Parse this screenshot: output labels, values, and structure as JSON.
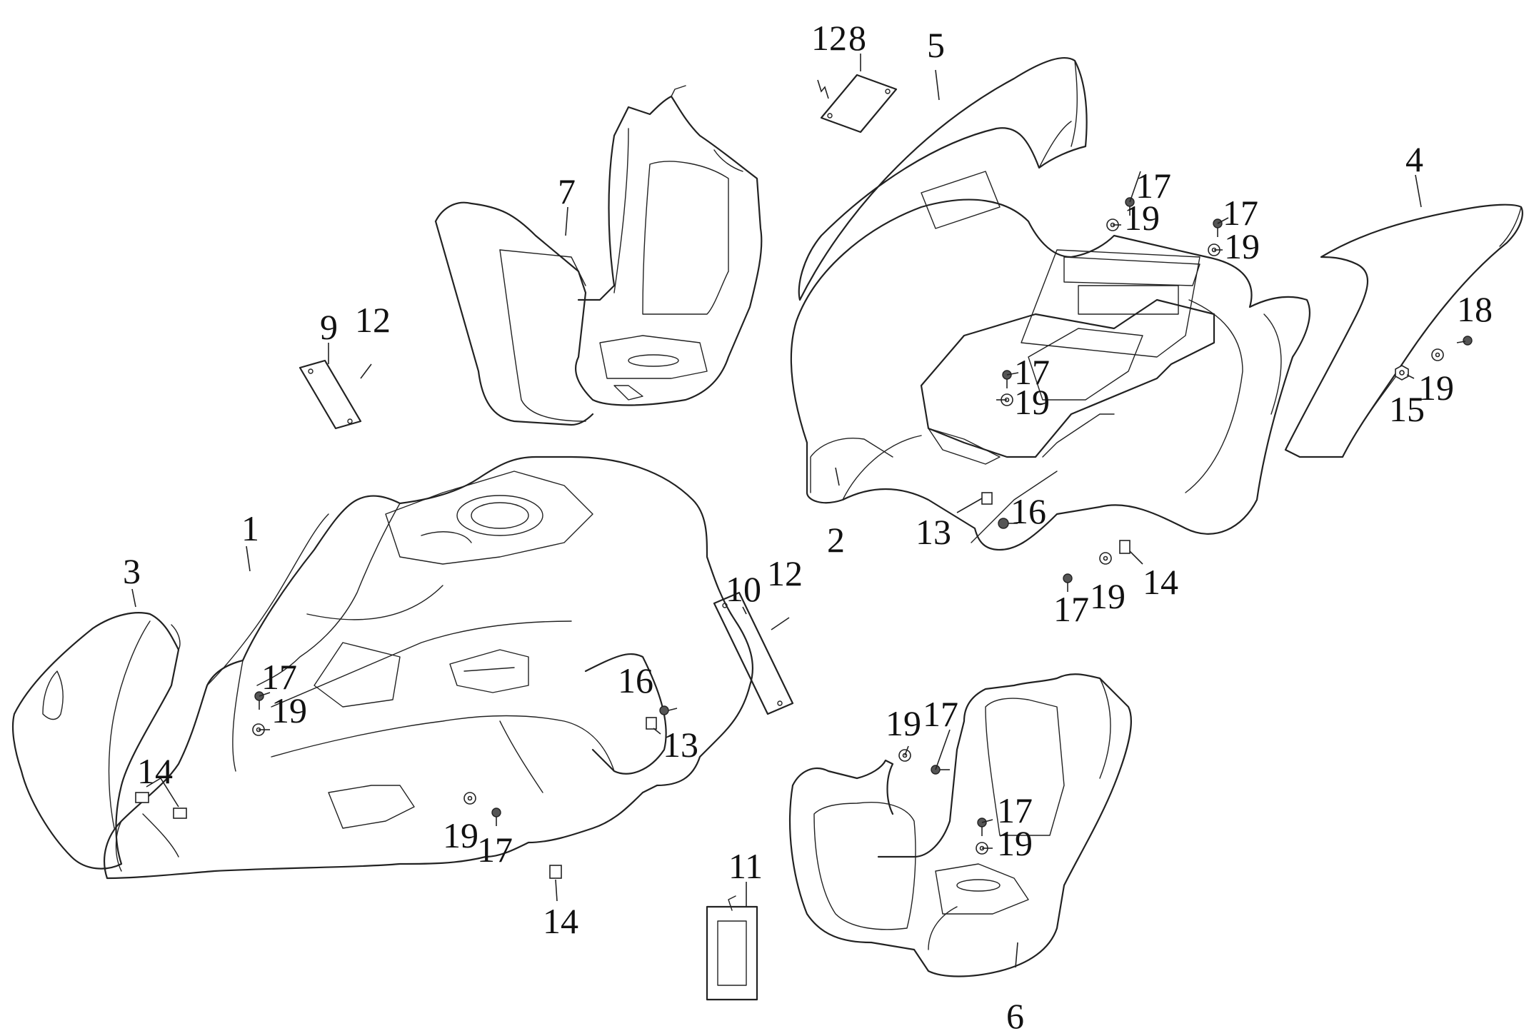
{
  "callouts": {
    "c1": "1",
    "c2": "2",
    "c3": "3",
    "c4": "4",
    "c5": "5",
    "c6": "6",
    "c7": "7",
    "c8": "8",
    "c9": "9",
    "c10": "10",
    "c11": "11",
    "c12a": "12",
    "c12b": "12",
    "c12c": "12",
    "c13a": "13",
    "c13b": "13",
    "c14a": "14",
    "c14b": "14",
    "c14c": "14",
    "c15": "15",
    "c16a": "16",
    "c16b": "16",
    "c17a": "17",
    "c17b": "17",
    "c17c": "17",
    "c17d": "17",
    "c17e": "17",
    "c17f": "17",
    "c17g": "17",
    "c17h": "17",
    "c18": "18",
    "c19a": "19",
    "c19b": "19",
    "c19c": "19",
    "c19d": "19",
    "c19e": "19",
    "c19f": "19",
    "c19g": "19",
    "c19h": "19",
    "c19i": "19"
  }
}
